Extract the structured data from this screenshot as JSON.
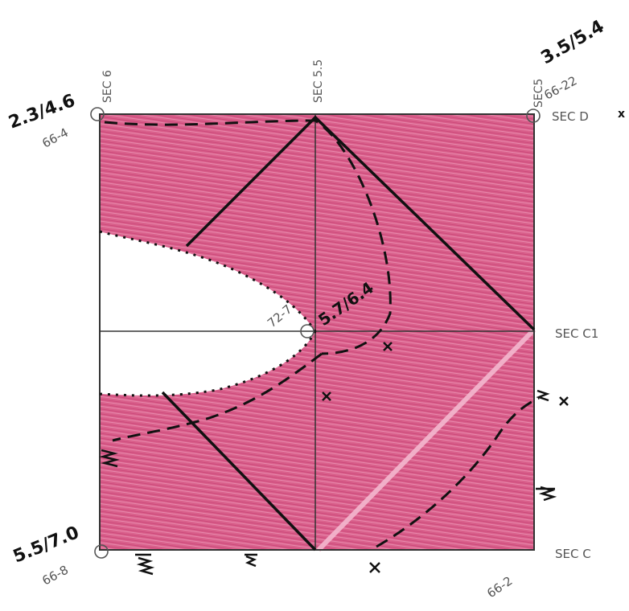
{
  "map": {
    "colors": {
      "fill": "#d65a86",
      "fill_light": "#e98fb0",
      "paper": "#ffffff",
      "ink": "#111111",
      "pencil": "#666666"
    },
    "labels": {
      "sec6": "SEC 6",
      "sec55": "SEC 5.5",
      "sec5": "SEC5",
      "secD": "SEC D",
      "secC1": "SEC C1",
      "secC": "SEC C",
      "well_tl": "66-4",
      "well_tr": "66-22",
      "well_center": "72-7",
      "well_bl": "66-8",
      "well_br": "66-2",
      "val_tl": "2.3/4.6",
      "val_tr": "3.5/5.4",
      "val_center": "5.7/6.4",
      "val_bl": "5.5/7.0",
      "stray_x": "x"
    }
  }
}
